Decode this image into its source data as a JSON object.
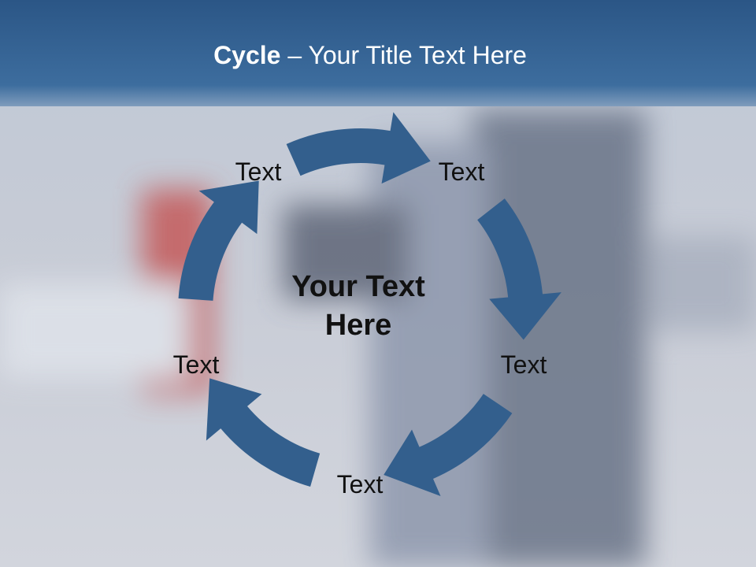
{
  "slide": {
    "title_bold": "Cycle",
    "title_rest": " – Your Title Text Here",
    "center_text": "Your Text Here"
  },
  "cycle": {
    "labels": [
      "Text",
      "Text",
      "Text",
      "Text",
      "Text"
    ]
  },
  "colors": {
    "header_band": "#2f5a8a",
    "arrow_fill": "#335f8d",
    "background": "#c9ced8"
  }
}
